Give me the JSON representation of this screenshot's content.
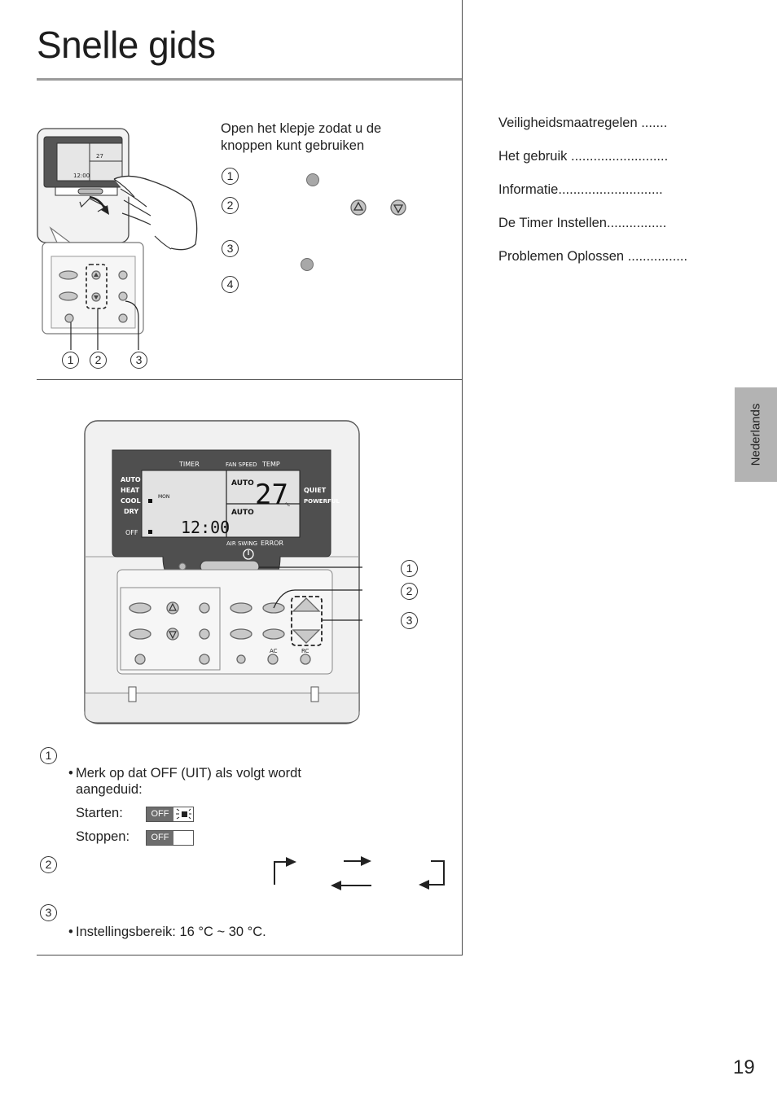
{
  "page": {
    "title": "Snelle gids",
    "page_number": "19",
    "language_tab": "Nederlands"
  },
  "intro": {
    "text": "Open het klepje zodat u de knoppen kunt gebruiken",
    "steps": [
      "1",
      "2",
      "3",
      "4"
    ]
  },
  "small_figure": {
    "callouts": [
      "1",
      "2",
      "3"
    ]
  },
  "toc": [
    {
      "label": "Veiligheidsmaatregelen",
      "dots": "......."
    },
    {
      "label": "Het gebruik",
      "dots": ".........................."
    },
    {
      "label": "Informatie",
      "dots": "............................"
    },
    {
      "label": "De Timer Instellen",
      "dots": "................"
    },
    {
      "label": "Problemen Oplossen",
      "dots": "................"
    }
  ],
  "remote": {
    "header_labels": [
      "TIMER",
      "FAN SPEED",
      "TEMP"
    ],
    "modes": [
      "AUTO",
      "HEAT",
      "COOL",
      "DRY",
      "OFF"
    ],
    "day": "MON",
    "fan_value": "AUTO",
    "swing_value": "AUTO",
    "temp_value": "27",
    "temp_unit": "°c",
    "time_value": "12:00",
    "right_labels": [
      "QUIET",
      "POWERFUL"
    ],
    "footer_labels": [
      "AIR SWING",
      "ERROR"
    ],
    "bottom_labels": [
      "AC",
      "RC"
    ],
    "callouts": [
      "1",
      "2",
      "3"
    ]
  },
  "notes": {
    "items": [
      {
        "number": "1",
        "bullet": "Merk op dat OFF (UIT) als volgt wordt aangeduid:",
        "start_label": "Starten:",
        "stop_label": "Stoppen:",
        "off_text": "OFF"
      },
      {
        "number": "2"
      },
      {
        "number": "3",
        "bullet": "Instellingsbereik: 16 °C ~ 30 °C."
      }
    ]
  }
}
